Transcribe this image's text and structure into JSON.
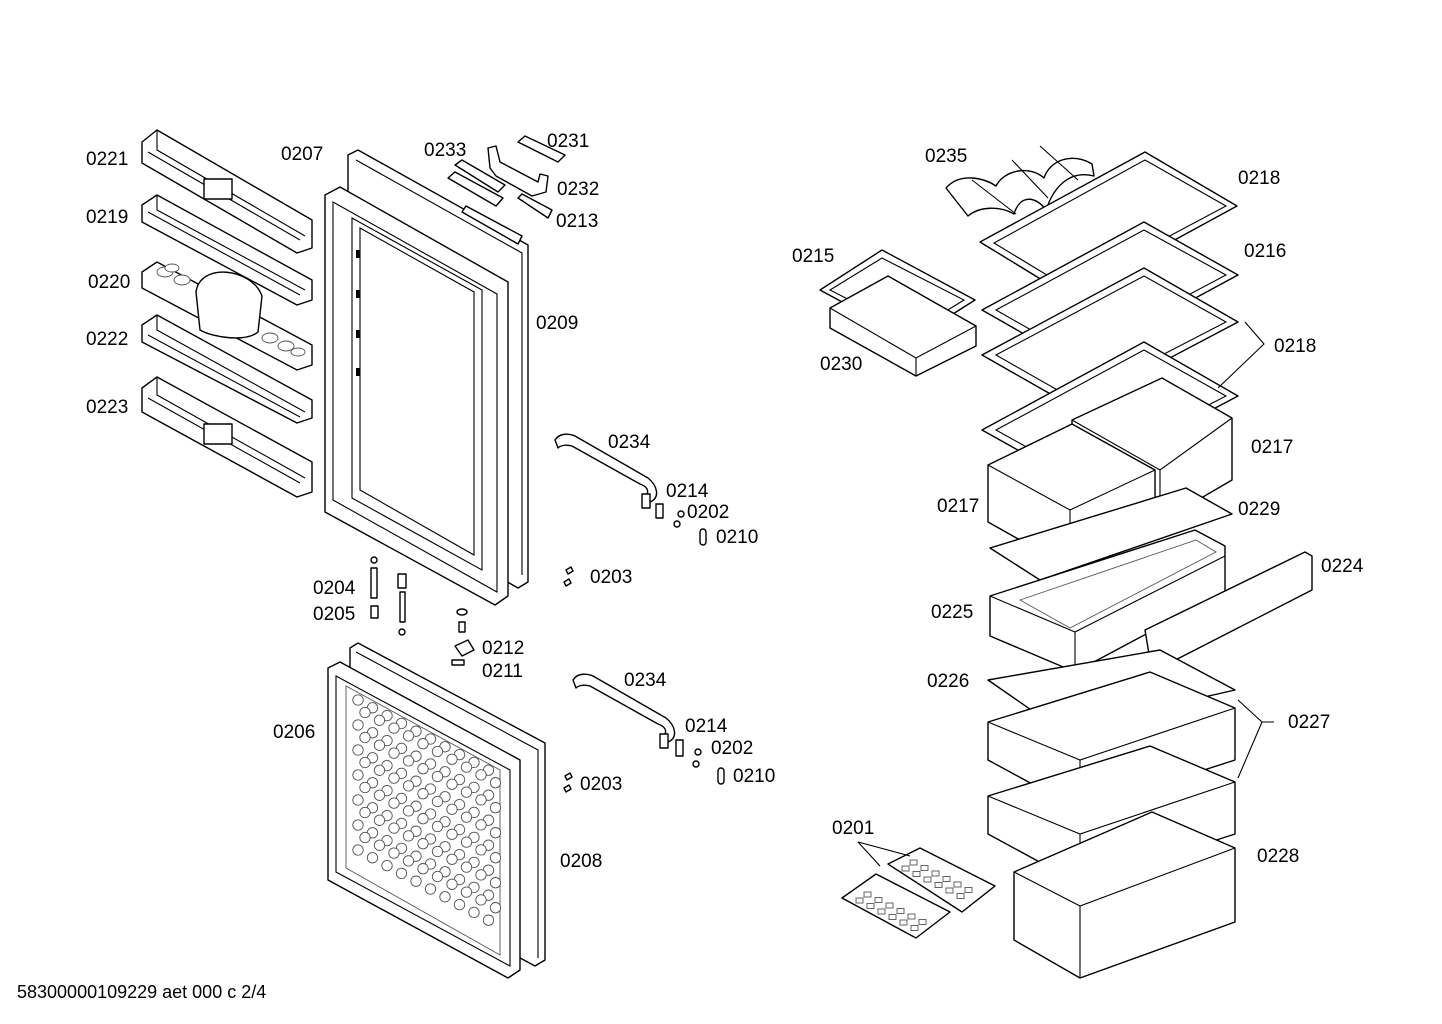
{
  "diagram": {
    "doc_id": "58300000109229 aet 000 c 2/4",
    "labels": {
      "p0221": "0221",
      "p0219": "0219",
      "p0220": "0220",
      "p0222": "0222",
      "p0223": "0223",
      "p0207": "0207",
      "p0233": "0233",
      "p0231": "0231",
      "p0232": "0232",
      "p0213": "0213",
      "p0209": "0209",
      "p0234a": "0234",
      "p0214a": "0214",
      "p0202a": "0202",
      "p0210a": "0210",
      "p0203a": "0203",
      "p0204": "0204",
      "p0205": "0205",
      "p0212": "0212",
      "p0211": "0211",
      "p0234b": "0234",
      "p0214b": "0214",
      "p0202b": "0202",
      "p0210b": "0210",
      "p0203b": "0203",
      "p0206": "0206",
      "p0208": "0208",
      "p0235": "0235",
      "p0218a": "0218",
      "p0215": "0215",
      "p0216": "0216",
      "p0230": "0230",
      "p0218b": "0218",
      "p0217a": "0217",
      "p0217b": "0217",
      "p0229": "0229",
      "p0224": "0224",
      "p0225": "0225",
      "p0226": "0226",
      "p0227": "0227",
      "p0201": "0201",
      "p0228": "0228"
    }
  }
}
